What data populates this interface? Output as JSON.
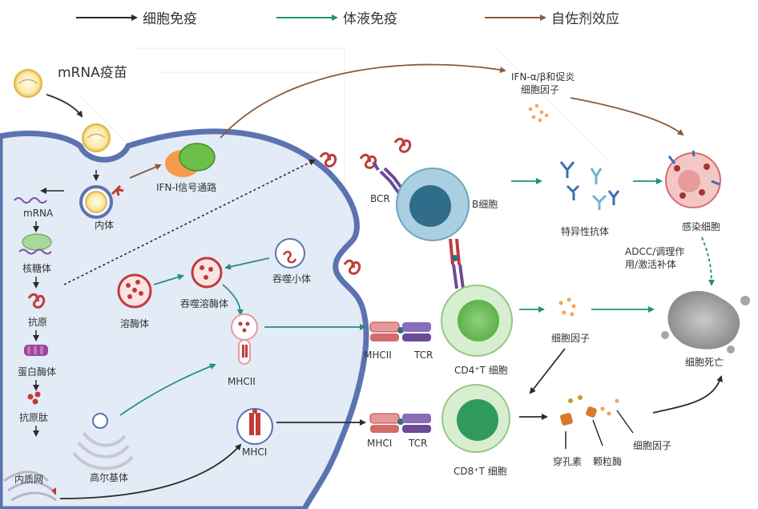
{
  "legend": {
    "cellular": "细胞免疫",
    "humoral": "体液免疫",
    "adjuvant": "自佐剂效应"
  },
  "colors": {
    "cellular": "#2b2b2b",
    "humoral": "#23907b",
    "adjuvant": "#8b5a3c",
    "membrane": "#5b73b0",
    "cytoplasm": "#e3ebf6"
  },
  "labels": {
    "vaccine": "mRNA疫苗",
    "ifn_cytokines_line1": "IFN-α/β和促炎",
    "ifn_cytokines_line2": "细胞因子",
    "ifn_pathway": "IFN-I信号通路",
    "endosome": "内体",
    "mrna": "mRNA",
    "ribosome": "核糖体",
    "antigen": "抗原",
    "proteasome": "蛋白酶体",
    "peptide": "抗原肽",
    "er": "内质网",
    "golgi": "高尔基体",
    "lysosome": "溶酶体",
    "phagolysosome": "吞噬溶酶体",
    "phagosome": "吞噬小体",
    "mhcii_vesicle": "MHCII",
    "mhci_vesicle": "MHCI",
    "bcr": "BCR",
    "bcell": "B细胞",
    "antibody": "特异性抗体",
    "infected_cell": "感染细胞",
    "adcc_line1": "ADCC/调理作",
    "adcc_line2": "用/激活补体",
    "cell_death": "细胞死亡",
    "mhcii_pair": "MHCII",
    "tcr_top": "TCR",
    "cd4": "CD4⁺T  细胞",
    "cytokines_cd4": "细胞因子",
    "mhci_pair": "MHCI",
    "tcr_bottom": "TCR",
    "cd8": "CD8⁺T  细胞",
    "perforin": "穿孔素",
    "granzyme": "颗粒酶",
    "cytokines_cd8": "细胞因子"
  },
  "icons": [
    "lipid-nanoparticle-icon",
    "antibody-icon",
    "t-cell-icon",
    "b-cell-icon",
    "cytokine-dots-icon"
  ]
}
